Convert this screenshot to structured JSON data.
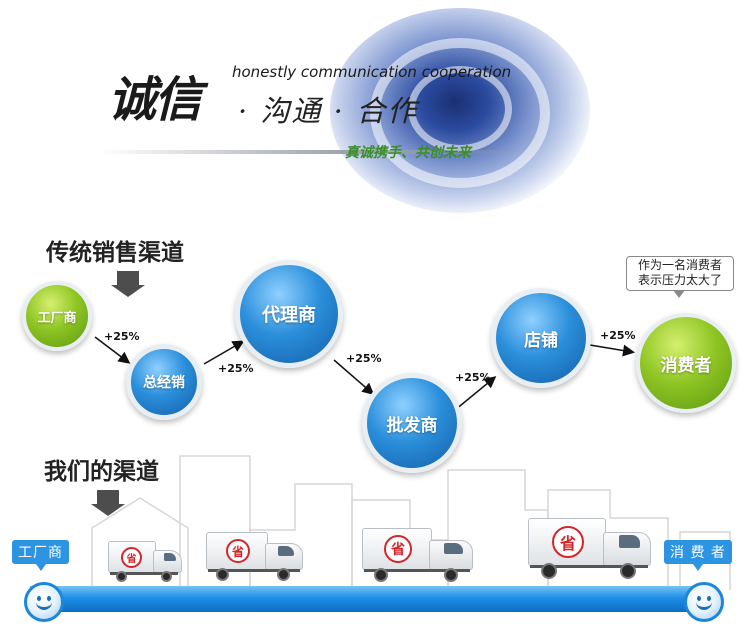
{
  "banner": {
    "title": "诚信",
    "subtitle": "· 沟通 · 合作",
    "english": "honestly communication cooperation",
    "slogan": "真诚携手、共创未来",
    "colors": {
      "swirl": "#2b4b9f",
      "slogan": "#3c8e2c"
    }
  },
  "traditional": {
    "title": "传统销售渠道",
    "nodes": [
      {
        "label": "工厂商",
        "color": "green"
      },
      {
        "label": "总经销",
        "color": "blue"
      },
      {
        "label": "代理商",
        "color": "blue"
      },
      {
        "label": "批发商",
        "color": "blue"
      },
      {
        "label": "店铺",
        "color": "blue"
      },
      {
        "label": "消费者",
        "color": "green"
      }
    ],
    "markups": [
      "+25%",
      "+25%",
      "+25%",
      "+25%",
      "+25%"
    ],
    "note_line1": "作为一名消费者",
    "note_line2": "表示压力太大了"
  },
  "ours": {
    "title": "我们的渠道",
    "start_label": "工厂商",
    "end_label": "消 费 者",
    "truck_stamp": "省",
    "colors": {
      "road": "#1e8fe6",
      "stamp": "#d3262a",
      "green": "#8fc624",
      "blue": "#2b8fdb"
    }
  }
}
